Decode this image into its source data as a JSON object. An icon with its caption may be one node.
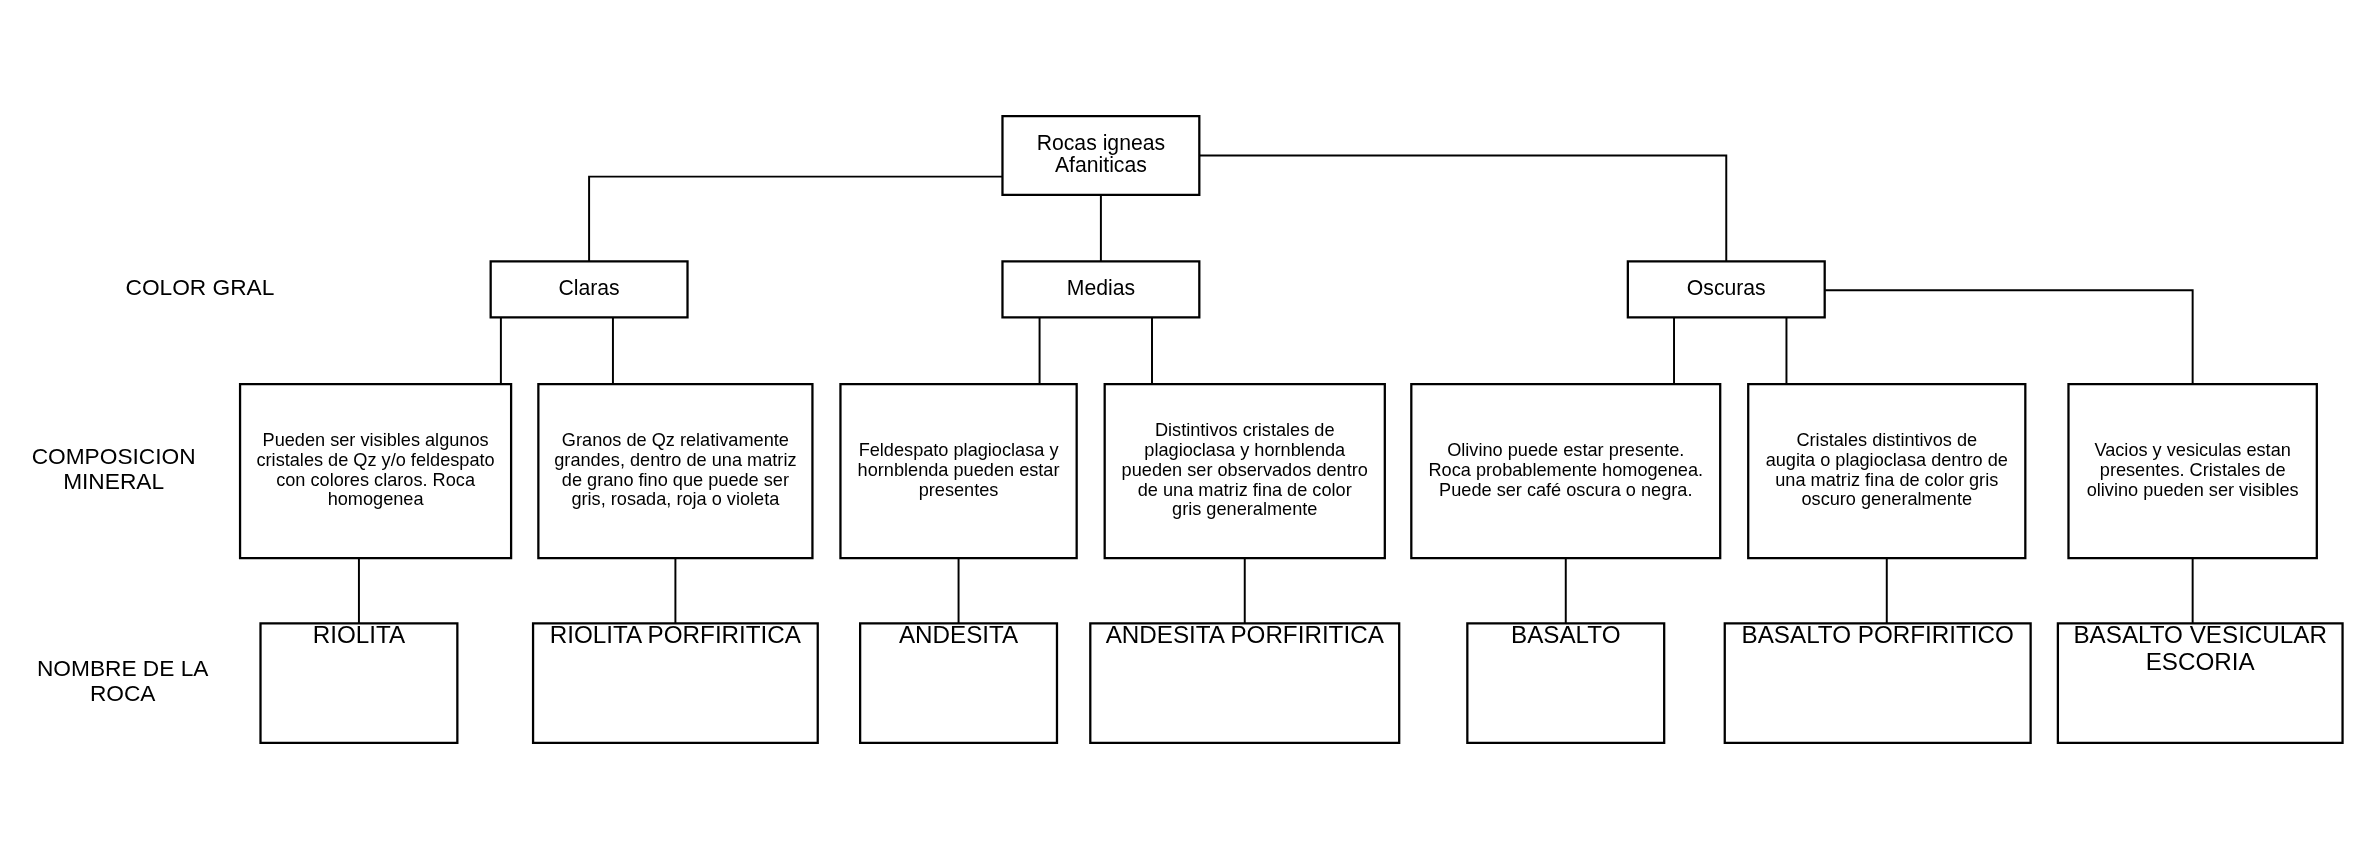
{
  "diagram": {
    "nodes": [
      {
        "text": [
          "Rocas igneas Afaniticas"
        ]
      },
      {
        "text": [
          "Claras"
        ]
      },
      {
        "text": [
          "Medias"
        ]
      },
      {
        "text": [
          "Oscuras"
        ]
      },
      {
        "text": [
          "Pueden ser visibles algunos cristales de Qz y/o feldespato con colores claros. Roca homogenea"
        ]
      },
      {
        "text": [
          "Granos de Qz relativamente grandes, dentro de una matriz de grano fino que puede ser gris, rosada, roja o violeta"
        ]
      },
      {
        "text": [
          "Feldespato plagioclasa y hornblenda pueden estar presentes"
        ]
      },
      {
        "text": [
          "Distintivos cristales de plagioclasa y hornblenda pueden ser observados dentro de una matriz fina de color gris generalmente"
        ]
      },
      {
        "text": [
          "Olivino puede estar presente. Roca probablemente homogenea. Puede ser café oscura o negra."
        ]
      },
      {
        "text": [
          "Cristales distintivos de augita o plagioclasa dentro de una matriz fina de color gris oscuro generalmente"
        ]
      },
      {
        "text": [
          "Vacios y vesiculas estan presentes. Cristales de olivino pueden ser visibles"
        ]
      },
      {
        "text": [
          "RIOLITA"
        ]
      },
      {
        "text": [
          "RIOLITA PORFIRITICA"
        ]
      },
      {
        "text": [
          "ANDESITA"
        ]
      },
      {
        "text": [
          "ANDESITA PORFIRITICA"
        ]
      },
      {
        "text": [
          "BASALTO"
        ]
      },
      {
        "text": [
          "BASALTO PORFIRITICO"
        ]
      },
      {
        "text": [
          "BASALTO VESICULAR ESCORIA"
        ]
      }
    ],
    "edges": [
      {
        "from": 0,
        "to": 1,
        "arrow": "none"
      },
      {
        "from": 0,
        "to": 2,
        "arrow": "none"
      },
      {
        "from": 0,
        "to": 3,
        "arrow": "none"
      },
      {
        "from": 1,
        "to": 4,
        "arrow": "none"
      },
      {
        "from": 1,
        "to": 5,
        "arrow": "none"
      },
      {
        "from": 2,
        "to": 6,
        "arrow": "none"
      },
      {
        "from": 2,
        "to": 7,
        "arrow": "none"
      },
      {
        "from": 3,
        "to": 8,
        "arrow": "none"
      },
      {
        "from": 3,
        "to": 9,
        "arrow": "none"
      },
      {
        "from": 3,
        "to": 10,
        "arrow": "none"
      },
      {
        "from": 4,
        "to": 11,
        "arrow": "none"
      },
      {
        "from": 5,
        "to": 12,
        "arrow": "none"
      },
      {
        "from": 6,
        "to": 13,
        "arrow": "none"
      },
      {
        "from": 7,
        "to": 14,
        "arrow": "none"
      },
      {
        "from": 8,
        "to": 15,
        "arrow": "none"
      },
      {
        "from": 9,
        "to": 16,
        "arrow": "none"
      },
      {
        "from": 10,
        "to": 17,
        "arrow": "none"
      }
    ],
    "labels": [
      "COLOR GRAL",
      "COMPOSICION MINERAL",
      "NOMBRE DE LA ROCA"
    ]
  }
}
